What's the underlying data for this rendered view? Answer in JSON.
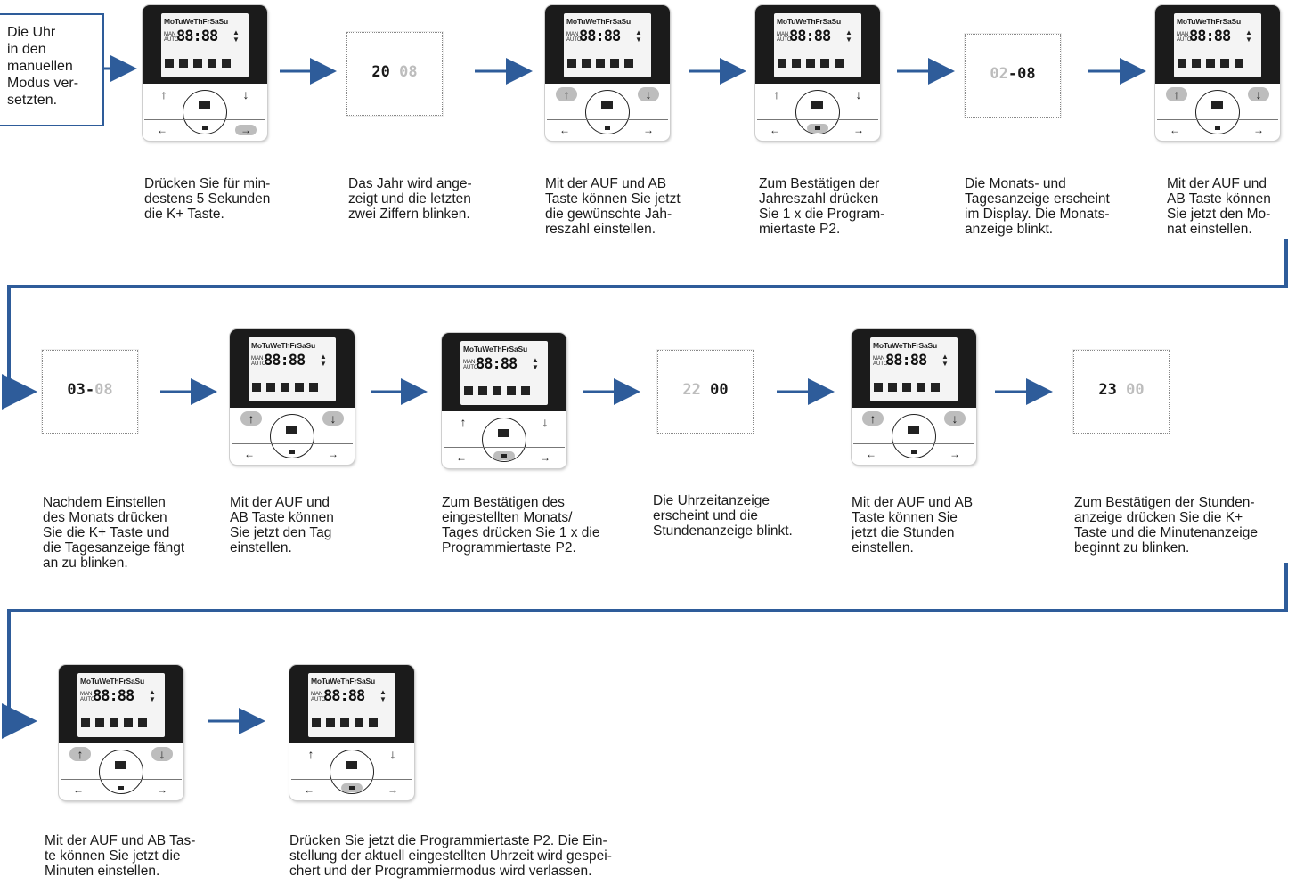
{
  "intro_box": {
    "text": "Die Uhr\nin den\nmanuellen\nModus ver-\nsetzten."
  },
  "device_labels": {
    "days": "MoTuWeThFrSaSu",
    "man": "MAN",
    "auto": "AUTO",
    "digits": "88:88"
  },
  "panels": {
    "p1": {
      "a": "20",
      "b": "08"
    },
    "p2": {
      "a": "02",
      "sep": "-",
      "b": "08"
    },
    "p3": {
      "a": "03",
      "sep": "-",
      "b": "08"
    },
    "p4": {
      "a": "22",
      "b": "00"
    },
    "p5": {
      "a": "23",
      "b": "00"
    }
  },
  "captions": {
    "c1": "Drücken Sie für min-\ndestens 5 Sekunden\ndie K+ Taste.",
    "c2": "Das Jahr wird ange-\nzeigt und die letzten\nzwei Ziffern blinken.",
    "c3": "Mit der AUF und AB\nTaste können Sie jetzt\ndie gewünschte Jah-\nreszahl einstellen.",
    "c4": "Zum Bestätigen der\nJahreszahl drücken\nSie 1 x die Program-\nmiertaste P2.",
    "c5": "Die Monats- und\nTagesanzeige erscheint\nim Display. Die Monats-\nanzeige blinkt.",
    "c6": "Mit der AUF und\nAB Taste können\nSie jetzt den Mo-\nnat einstellen.",
    "c7": "Nachdem Einstellen\ndes Monats drücken\nSie die K+ Taste und\ndie Tagesanzeige fängt\nan zu blinken.",
    "c8": "Mit der AUF und\nAB Taste können\nSie jetzt den Tag\neinstellen.",
    "c9": "Zum Bestätigen des\neingestellten Monats/\nTages drücken Sie 1 x die\nProgrammiertaste P2.",
    "c10": "Die Uhrzeitanzeige\nerscheint und die\nStundenanzeige blinkt.",
    "c11": "Mit der AUF und AB\nTaste können Sie\njetzt die Stunden\neinstellen.",
    "c12": "Zum Bestätigen der Stunden-\nanzeige drücken Sie die K+\nTaste und die Minutenanzeige\nbeginnt zu blinken.",
    "c13": "Mit der AUF und AB Tas-\nte können Sie jetzt die\nMinuten einstellen.",
    "c14": "Drücken Sie jetzt die Programmiertaste P2. Die Ein-\nstellung der aktuell eingestellten Uhrzeit wird gespei-\nchert und der Programmiermodus wird verlassen."
  },
  "colors": {
    "arrow": "#2e5c9a",
    "highlight": "#bdbdbd"
  }
}
